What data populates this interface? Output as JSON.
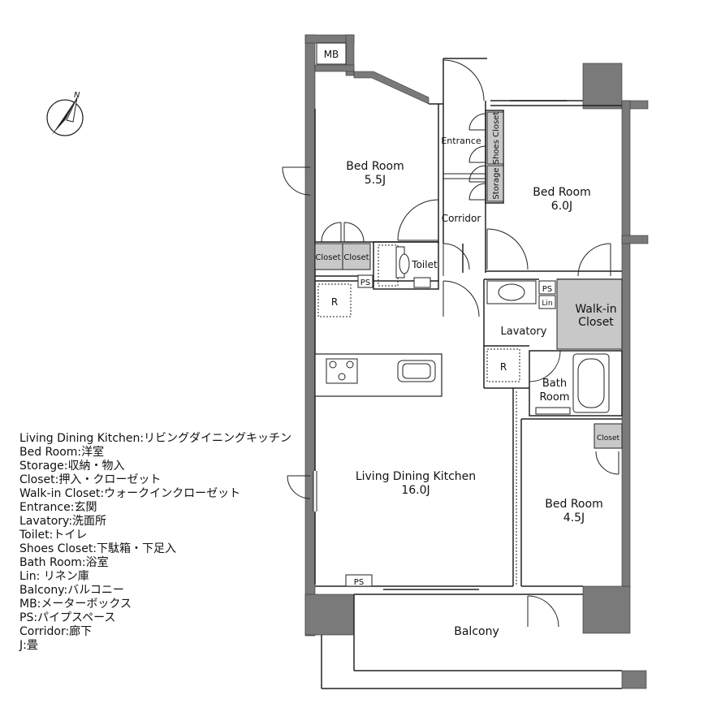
{
  "rooms": {
    "bed1": {
      "name": "Bed Room",
      "size": "5.5J"
    },
    "bed2": {
      "name": "Bed Room",
      "size": "6.0J"
    },
    "bed3": {
      "name": "Bed Room",
      "size": "4.5J"
    },
    "ldk": {
      "name": "Living Dining Kitchen",
      "size": "16.0J"
    },
    "entrance": "Entrance",
    "corridor": "Corridor",
    "toilet": "Toilet",
    "lavatory": "Lavatory",
    "bath_line1": "Bath",
    "bath_line2": "Room",
    "walkin_line1": "Walk-in",
    "walkin_line2": "Closet",
    "balcony": "Balcony"
  },
  "fixtures": {
    "mb": "MB",
    "ps_toilet": "PS",
    "ps_lavatory": "PS",
    "ps_ldk": "PS",
    "lin": "Lin",
    "closet_a": "Closet",
    "closet_b": "Closet",
    "closet_c": "Closet",
    "shoes_closet": "Shoes Closet",
    "storage": "Storage",
    "r_ldk": "R",
    "r_lavatory": "R"
  },
  "compass": {
    "label": "N"
  },
  "legend": [
    "Living Dining Kitchen:リビングダイニングキッチン",
    "Bed Room:洋室",
    "Storage:収納・物入",
    "Closet:押入・クローゼット",
    "Walk-in Closet:ウォークインクローゼット",
    "Entrance:玄関",
    "Lavatory:洗面所",
    "Toilet:トイレ",
    "Shoes Closet:下駄箱・下足入",
    "Bath Room:浴室",
    "Lin: リネン庫",
    "Balcony:バルコニー",
    "MB:メーターボックス",
    "PS:パイプスペース",
    "Corridor:廊下",
    "J:畳"
  ],
  "colors": {
    "wall": "#7a7a7a",
    "storage_fill": "#c8c8c8",
    "line": "#222222"
  }
}
